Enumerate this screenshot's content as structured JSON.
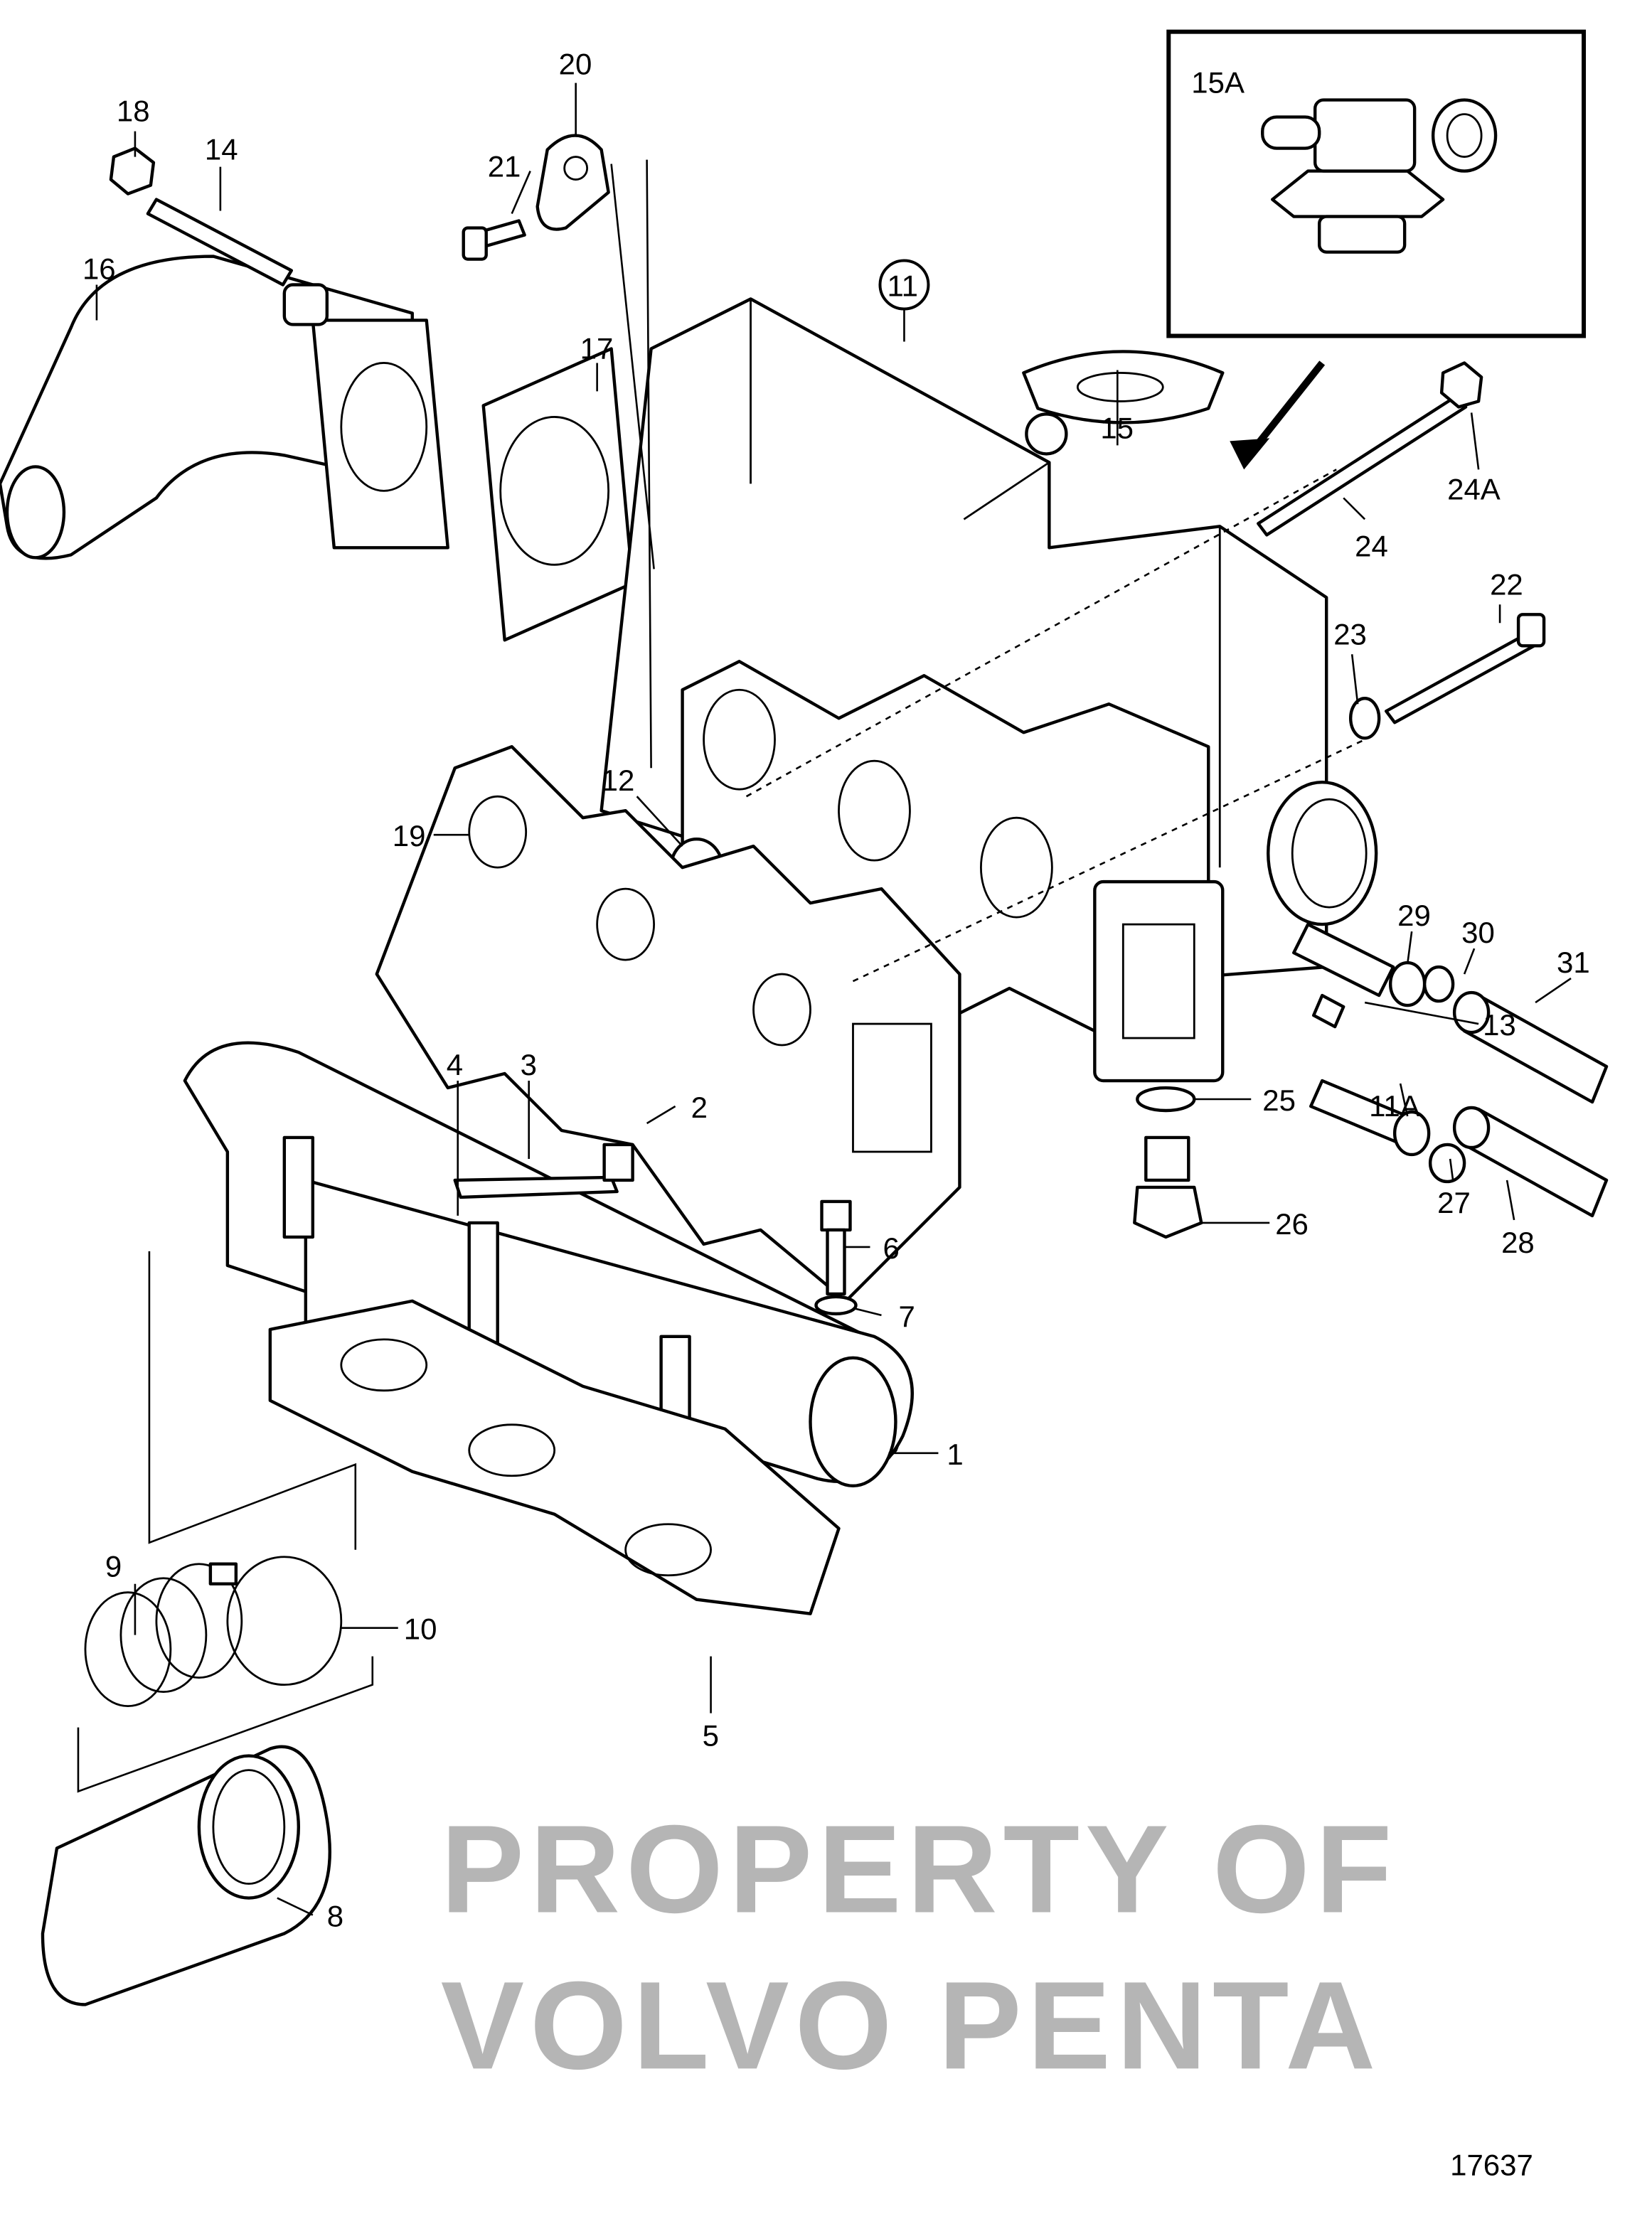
{
  "diagram": {
    "figure_number": "17637",
    "watermark_line1": "PROPERTY OF",
    "watermark_line2": "VOLVO PENTA",
    "labels": {
      "p1": "1",
      "p2": "2",
      "p3": "3",
      "p4": "4",
      "p5": "5",
      "p6": "6",
      "p7": "7",
      "p8": "8",
      "p9": "9",
      "p10": "10",
      "p11": "11",
      "p11a": "11A",
      "p12": "12",
      "p13": "13",
      "p14": "14",
      "p15": "15",
      "p15a": "15A",
      "p16": "16",
      "p17": "17",
      "p18": "18",
      "p19": "19",
      "p20": "20",
      "p21": "21",
      "p22": "22",
      "p23": "23",
      "p24": "24",
      "p24a": "24A",
      "p25": "25",
      "p26": "26",
      "p27": "27",
      "p28": "28",
      "p29": "29",
      "p30": "30",
      "p31": "31"
    }
  }
}
